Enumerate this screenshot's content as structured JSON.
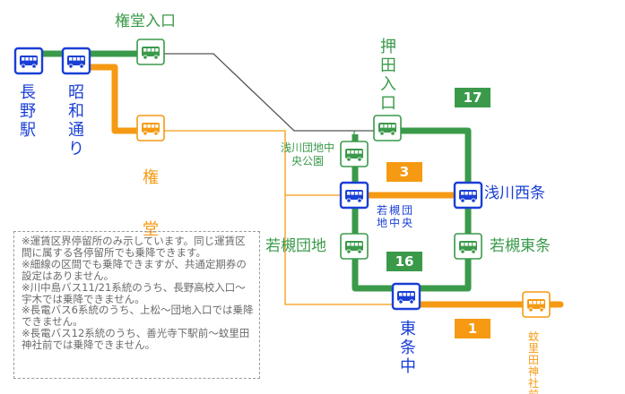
{
  "colors": {
    "blue": "#1a3fd6",
    "green": "#3a9a4a",
    "orange": "#f59a12",
    "gray": "#555555",
    "note_text": "#6a6a6a"
  },
  "icons": {
    "bus": "bus-stop-icon"
  },
  "stops": {
    "nagano_eki": "長野駅",
    "showa_dori": "昭和通り",
    "gongendo_iriguchi": "権堂入口",
    "gongendo": "権堂",
    "oshida_iriguchi": "押田入口",
    "asakawa_danchi_chuo_koen": "浅川団地中央公園",
    "wakatsuki_danchi_chuo": "若槻団地中央",
    "asakawa_nishijo": "浅川西条",
    "wakatsuki_danchi": "若槻団地",
    "wakatsuki_higashijo": "若槻東条",
    "higashijo_naka": "東条中",
    "kazato_jinja_mae": "蚊里田神社前"
  },
  "routes": {
    "r17": "17",
    "r3": "3",
    "r16": "16",
    "r1": "1"
  },
  "notes": [
    "※運賃区界停留所のみ示しています。同じ運賃区間に属する各停留所でも乗降できます。",
    "※細線の区間でも乗降できますが、共通定期券の設定はありません。",
    "※川中島バス11/21系統のうち、長野高校入口〜宇木では乗降できません。",
    "※長電バス6系統のうち、上松〜団地入口では乗降できません。",
    "※長電バス12系統のうち、善光寺下駅前〜蚊里田神社前では乗降できません。"
  ]
}
